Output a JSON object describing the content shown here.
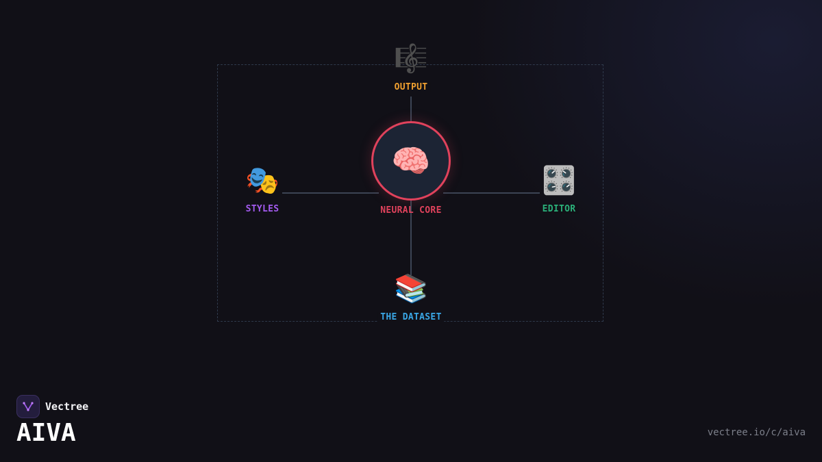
{
  "diagram": {
    "core": {
      "label": "NEURAL CORE",
      "icon": "brain-icon",
      "glyph": "🧠",
      "color": "#e0425c"
    },
    "nodes": {
      "output": {
        "label": "OUTPUT",
        "icon": "music-score-icon",
        "glyph": "🎼",
        "color": "#f0a030"
      },
      "styles": {
        "label": "STYLES",
        "icon": "theater-masks-icon",
        "glyph": "🎭",
        "color": "#a45bf0"
      },
      "editor": {
        "label": "EDITOR",
        "icon": "control-knobs-icon",
        "glyph": "🎛️",
        "color": "#2bb07a"
      },
      "dataset": {
        "label": "THE DATASET",
        "icon": "books-icon",
        "glyph": "📚",
        "color": "#3aa7e6"
      }
    },
    "connector_color": "#4a5568",
    "frame_color": "#2f3a4c"
  },
  "footer": {
    "brand_name": "Vectree",
    "brand_icon": "vectree-logo-icon",
    "title": "AIVA",
    "url": "vectree.io/c/aiva"
  }
}
